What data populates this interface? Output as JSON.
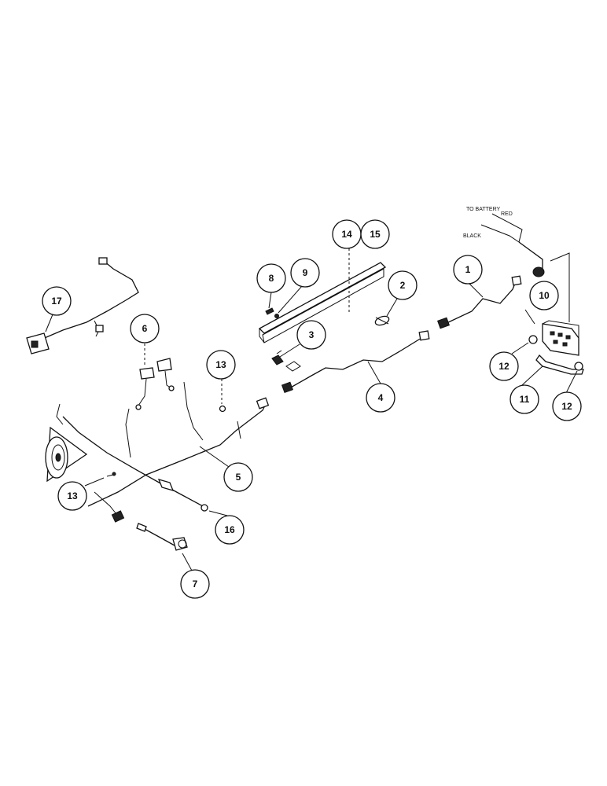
{
  "diagram": {
    "notes": {
      "to_battery": "TO BATTERY",
      "red": "RED",
      "black": "BLACK"
    },
    "callouts": [
      {
        "id": "c1",
        "label": "1"
      },
      {
        "id": "c2",
        "label": "2"
      },
      {
        "id": "c3",
        "label": "3"
      },
      {
        "id": "c4",
        "label": "4"
      },
      {
        "id": "c5",
        "label": "5"
      },
      {
        "id": "c6",
        "label": "6"
      },
      {
        "id": "c7",
        "label": "7"
      },
      {
        "id": "c8",
        "label": "8"
      },
      {
        "id": "c9",
        "label": "9"
      },
      {
        "id": "c10",
        "label": "10"
      },
      {
        "id": "c11",
        "label": "11"
      },
      {
        "id": "c12a",
        "label": "12"
      },
      {
        "id": "c12b",
        "label": "12"
      },
      {
        "id": "c13a",
        "label": "13"
      },
      {
        "id": "c13b",
        "label": "13"
      },
      {
        "id": "c14",
        "label": "14"
      },
      {
        "id": "c15",
        "label": "15"
      },
      {
        "id": "c16",
        "label": "16"
      },
      {
        "id": "c17",
        "label": "17"
      }
    ]
  }
}
